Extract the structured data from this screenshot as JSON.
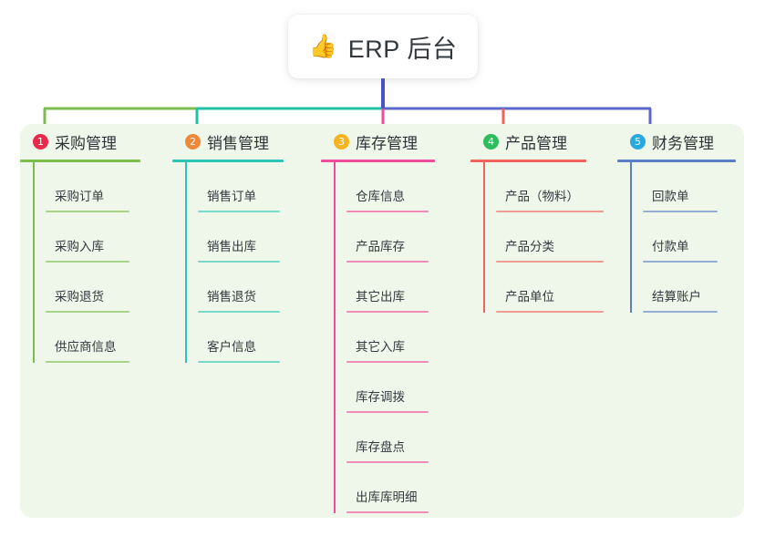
{
  "page": {
    "background": "#ffffff",
    "panel_background": "#eef7e9"
  },
  "root": {
    "icon": "thumbs-up-icon",
    "icon_glyph": "👍",
    "label": "ERP 后台",
    "stem_color": "#4a55c4"
  },
  "trunk": {
    "segments": [
      {
        "name": "purchase-segment",
        "color": "#7cbe4e"
      },
      {
        "name": "sales-segment",
        "color": "#1fc2a7"
      },
      {
        "name": "inventory-segment",
        "color": "#ef4c9a"
      },
      {
        "name": "finance-segment",
        "color": "#5b66cf"
      }
    ]
  },
  "columns": [
    {
      "index": "1",
      "badge_glyph": "1",
      "badge_color": "#e8294a",
      "title": "采购管理",
      "line_color": "#7cbe4e",
      "drop_color": "#7cbe4e",
      "items": [
        {
          "label": "采购订单"
        },
        {
          "label": "采购入库"
        },
        {
          "label": "采购退货"
        },
        {
          "label": "供应商信息"
        }
      ]
    },
    {
      "index": "2",
      "badge_glyph": "2",
      "badge_color": "#f0883a",
      "title": "销售管理",
      "line_color": "#2ec5b6",
      "drop_color": "#1fc2a7",
      "items": [
        {
          "label": "销售订单"
        },
        {
          "label": "销售出库"
        },
        {
          "label": "销售退货"
        },
        {
          "label": "客户信息"
        }
      ]
    },
    {
      "index": "3",
      "badge_glyph": "3",
      "badge_color": "#f5b41e",
      "title": "库存管理",
      "line_color": "#ef4c9a",
      "drop_color": "#ef4c9a",
      "items": [
        {
          "label": "仓库信息"
        },
        {
          "label": "产品库存"
        },
        {
          "label": "其它出库"
        },
        {
          "label": "其它入库"
        },
        {
          "label": "库存调拨"
        },
        {
          "label": "库存盘点"
        },
        {
          "label": "出库库明细"
        }
      ]
    },
    {
      "index": "4",
      "badge_glyph": "4",
      "badge_color": "#2ebd5e",
      "title": "产品管理",
      "line_color": "#f2635c",
      "drop_color": "#f2635c",
      "items": [
        {
          "label": "产品（物料）"
        },
        {
          "label": "产品分类"
        },
        {
          "label": "产品单位"
        }
      ]
    },
    {
      "index": "5",
      "badge_glyph": "5",
      "badge_color": "#29a9e0",
      "title": "财务管理",
      "line_color": "#5b7fc7",
      "drop_color": "#5b66cf",
      "items": [
        {
          "label": "回款单"
        },
        {
          "label": "付款单"
        },
        {
          "label": "结算账户"
        }
      ]
    }
  ]
}
